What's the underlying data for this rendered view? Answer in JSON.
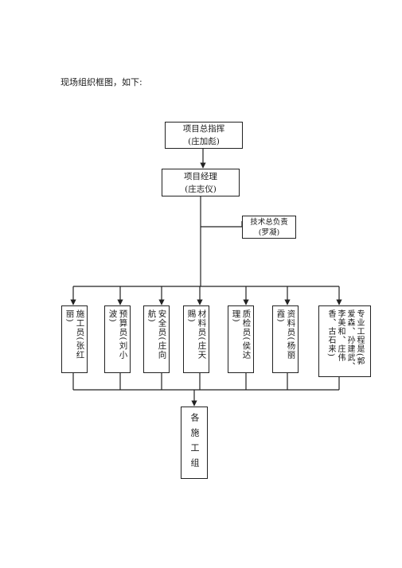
{
  "intro_text": "现场组织框图，如下:",
  "top": {
    "line1": "项目总指挥",
    "line2": "(庄加彪)"
  },
  "manager": {
    "line1": "项目经理",
    "line2": "(庄志仪)"
  },
  "tech": {
    "line1": "技术总负责",
    "line2": "(罗凝)"
  },
  "roles": [
    {
      "text": "施工员(张红丽)"
    },
    {
      "text": "预算员(刘小波)"
    },
    {
      "text": "安全员(庄向航)"
    },
    {
      "text": "材料员(庄天赐)"
    },
    {
      "text": "质检员(侯达理)"
    },
    {
      "text": "资料员(杨丽霞)"
    },
    {
      "text": "专业工程是(郭爱森、孙建武、李美和、庄伟香、古石来)"
    }
  ],
  "group": {
    "text": "各施工组"
  }
}
